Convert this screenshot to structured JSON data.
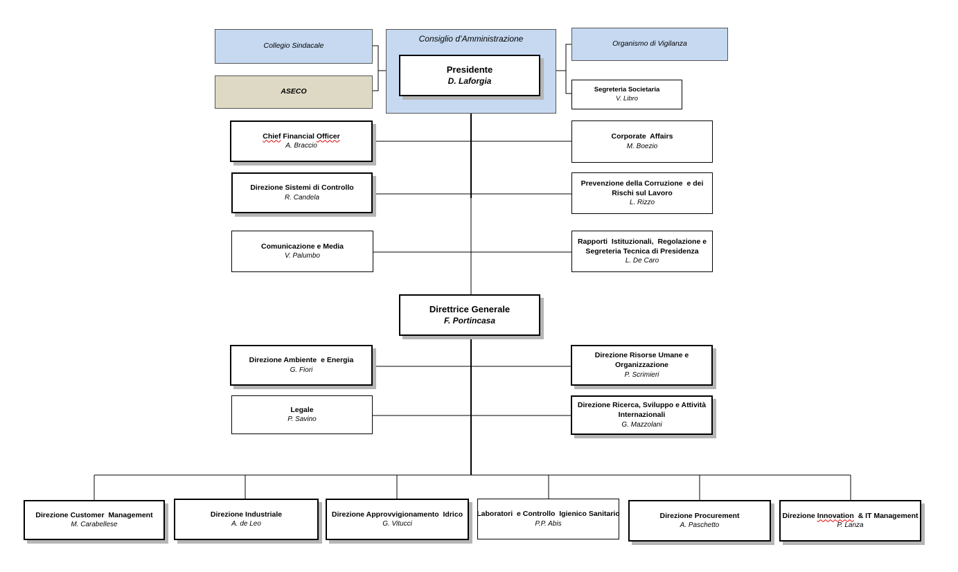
{
  "board": {
    "title": "Consiglio d’Amministrazione"
  },
  "top_left": [
    {
      "title": "Collegio Sindacale"
    },
    {
      "title": "ASECO"
    }
  ],
  "top_right": [
    {
      "title": "Organismo di Vigilanza"
    },
    {
      "title": "Segreteria Societaria",
      "name": "V. Libro"
    }
  ],
  "president": {
    "title": "Presidente",
    "name": "D. Laforgia"
  },
  "staff_left": [
    {
      "title_parts": [
        "Chief",
        " Financial ",
        "Officer"
      ],
      "name": "A. Braccio"
    },
    {
      "title": "Direzione Sistemi di Controllo",
      "name": "R. Candela"
    },
    {
      "title": "Comunicazione e Media",
      "name": "V. Palumbo"
    }
  ],
  "staff_right": [
    {
      "title": "Corporate  Affairs",
      "name": "M. Boezio"
    },
    {
      "title_lines": [
        "Prevenzione della Corruzione  e dei",
        "Rischi sul Lavoro"
      ],
      "name": "L. Rizzo"
    },
    {
      "title_lines": [
        "Rapporti  Istituzionali,  Regolazione e",
        "Segreteria Tecnica di Presidenza"
      ],
      "name": "L. De Caro"
    }
  ],
  "director_general": {
    "title": "Direttrice Generale",
    "name": "F. Portincasa"
  },
  "dg_left": [
    {
      "title": "Direzione Ambiente  e Energia",
      "name": "G. Fiori"
    },
    {
      "title": "Legale",
      "name": "P. Savino"
    }
  ],
  "dg_right": [
    {
      "title_lines": [
        "Direzione Risorse Umane e",
        "Organizzazione"
      ],
      "name": "P. Scrimieri"
    },
    {
      "title_lines": [
        "Direzione Ricerca, Sviluppo e Attività",
        "Internazionali"
      ],
      "name": "G. Mazzolani"
    }
  ],
  "bottom": [
    {
      "title": "Direzione Customer  Management",
      "name": "M. Carabellese"
    },
    {
      "title": "Direzione Industriale",
      "name": "A. de Leo"
    },
    {
      "title": "Direzione Approvvigionamento  Idrico",
      "name": "G. Vitucci"
    },
    {
      "title": "Laboratori  e Controllo  Igienico Sanitario",
      "name": "P.P. Abis"
    },
    {
      "title": "Direzione Procurement",
      "name": "A. Paschetto"
    },
    {
      "title_parts": [
        "Direzione ",
        "Innovation",
        "  & IT Management"
      ],
      "name": "P. Lanza"
    }
  ]
}
